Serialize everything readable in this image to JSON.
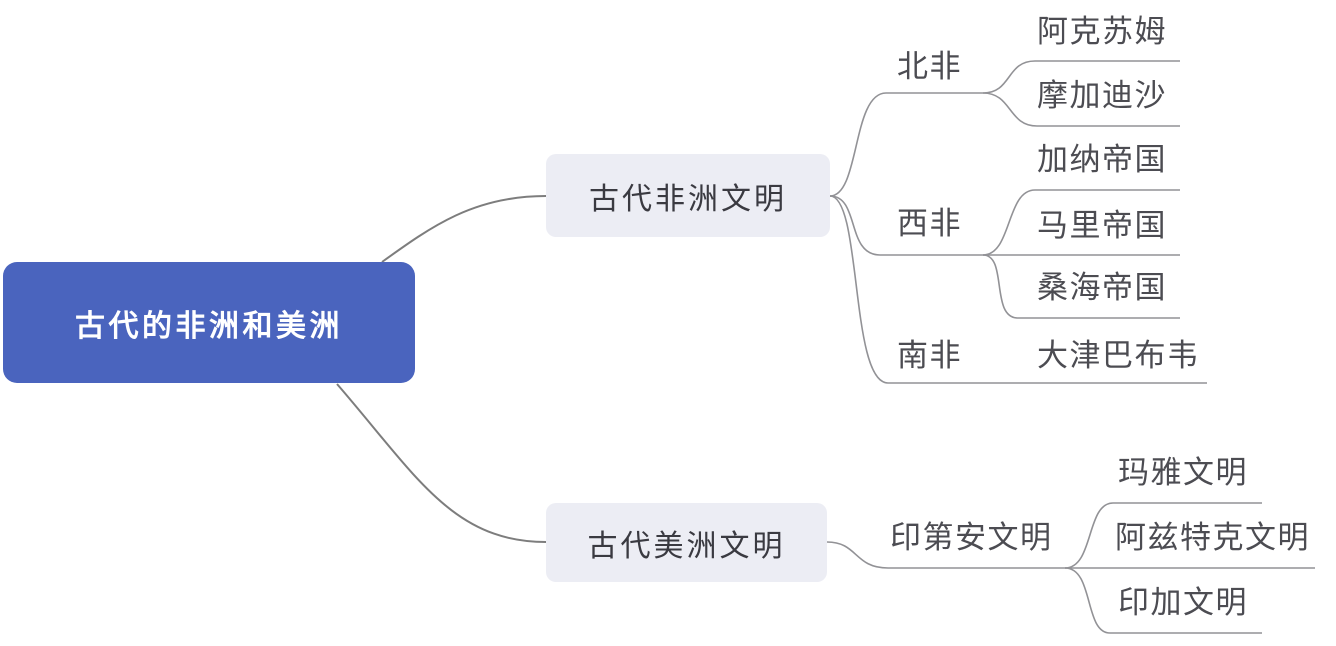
{
  "diagram": {
    "type": "mindmap",
    "root": {
      "label": "古代的非洲和美洲"
    },
    "branches": [
      {
        "label": "古代非洲文明",
        "groups": [
          {
            "label": "北非",
            "children": [
              "阿克苏姆",
              "摩加迪沙"
            ]
          },
          {
            "label": "西非",
            "children": [
              "加纳帝国",
              "马里帝国",
              "桑海帝国"
            ]
          },
          {
            "label": "南非",
            "children": [
              "大津巴布韦"
            ]
          }
        ]
      },
      {
        "label": "古代美洲文明",
        "groups": [
          {
            "label": "印第安文明",
            "children": [
              "玛雅文明",
              "阿兹特克文明",
              "印加文明"
            ]
          }
        ]
      }
    ],
    "colors": {
      "root_fill": "#4a64be",
      "root_text": "#ffffff",
      "branch_node_fill": "#ecedf4",
      "branch_node_text": "#3a3a41",
      "leaf_text": "#4c4c52",
      "connector": "#7d7d7d",
      "branch_line": "#929296",
      "background": "#ffffff"
    }
  }
}
